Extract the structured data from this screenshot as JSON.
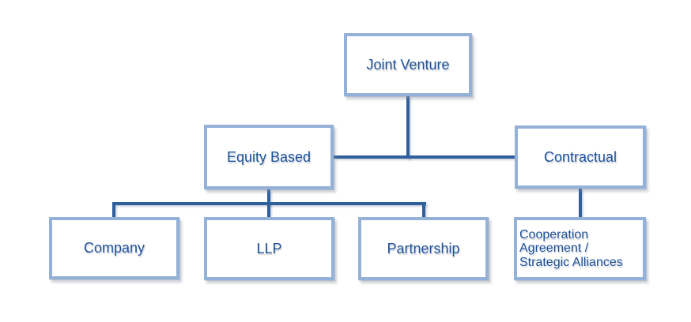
{
  "diagram": {
    "type": "org-chart",
    "nodes": {
      "joint_venture": {
        "label": "Joint Venture"
      },
      "equity_based": {
        "label": "Equity Based"
      },
      "contractual": {
        "label": "Contractual"
      },
      "company": {
        "label": "Company"
      },
      "llp": {
        "label": "LLP"
      },
      "partnership": {
        "label": "Partnership"
      },
      "cooperation": {
        "label": "Cooperation Agreement / Strategic Alliances"
      }
    },
    "edges": [
      {
        "from": "joint_venture",
        "to": "equity_based"
      },
      {
        "from": "joint_venture",
        "to": "contractual"
      },
      {
        "from": "equity_based",
        "to": "company"
      },
      {
        "from": "equity_based",
        "to": "llp"
      },
      {
        "from": "equity_based",
        "to": "partnership"
      },
      {
        "from": "contractual",
        "to": "cooperation"
      }
    ],
    "colors": {
      "background": "#ffffff",
      "box_border": "#94b2d8",
      "connector": "#30609c",
      "text": "#1d5299"
    }
  }
}
